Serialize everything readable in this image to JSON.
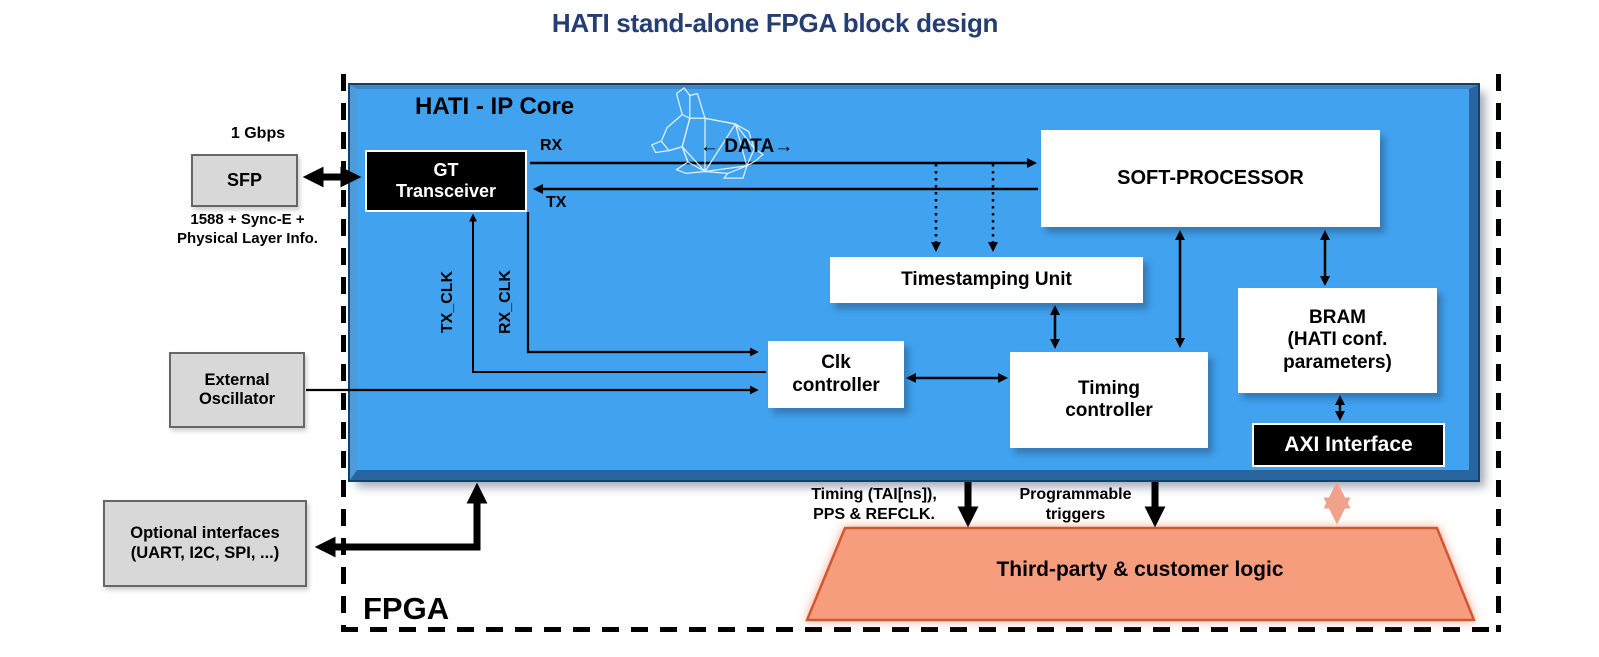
{
  "diagram_title": "HATI stand-alone FPGA block design",
  "fpga_label": "FPGA",
  "ip_core": {
    "title": "HATI - IP Core"
  },
  "blocks": {
    "sfp": {
      "label": "SFP",
      "speed": "1 Gbps",
      "note_line1": "1588 + Sync-E +",
      "note_line2": "Physical Layer Info."
    },
    "gt_transceiver": {
      "line1": "GT",
      "line2": "Transceiver"
    },
    "external_oscillator": {
      "line1": "External",
      "line2": "Oscillator"
    },
    "optional_interfaces": {
      "line1": "Optional interfaces",
      "line2": "(UART, I2C, SPI, ...)"
    },
    "soft_processor": {
      "label": "SOFT-PROCESSOR"
    },
    "timestamping_unit": {
      "label": "Timestamping Unit"
    },
    "clk_controller": {
      "line1": "Clk",
      "line2": "controller"
    },
    "timing_controller": {
      "line1": "Timing",
      "line2": "controller"
    },
    "bram": {
      "line1": "BRAM",
      "line2": "(HATI conf.",
      "line3": "parameters)"
    },
    "axi_interface": {
      "label": "AXI Interface"
    },
    "third_party_logic": {
      "label": "Third-party & customer logic"
    }
  },
  "signals": {
    "rx": "RX",
    "tx": "TX",
    "data": "← DATA→",
    "tx_clk": "TX_CLK",
    "rx_clk": "RX_CLK",
    "timing_out_line1": "Timing (TAI[ns]),",
    "timing_out_line2": "PPS & REFCLK.",
    "triggers_line1": "Programmable",
    "triggers_line2": "triggers"
  },
  "colors": {
    "title_text": "#243D73",
    "ip_core_fill": "#41A2EF",
    "ip_core_bevel": "#28659F",
    "block_black": "#000000",
    "block_gray": "#D8D8D8",
    "trapezoid_fill": "#F59D7D",
    "trapezoid_border": "#D4572E",
    "salmon_arrow": "#F2A18A"
  }
}
